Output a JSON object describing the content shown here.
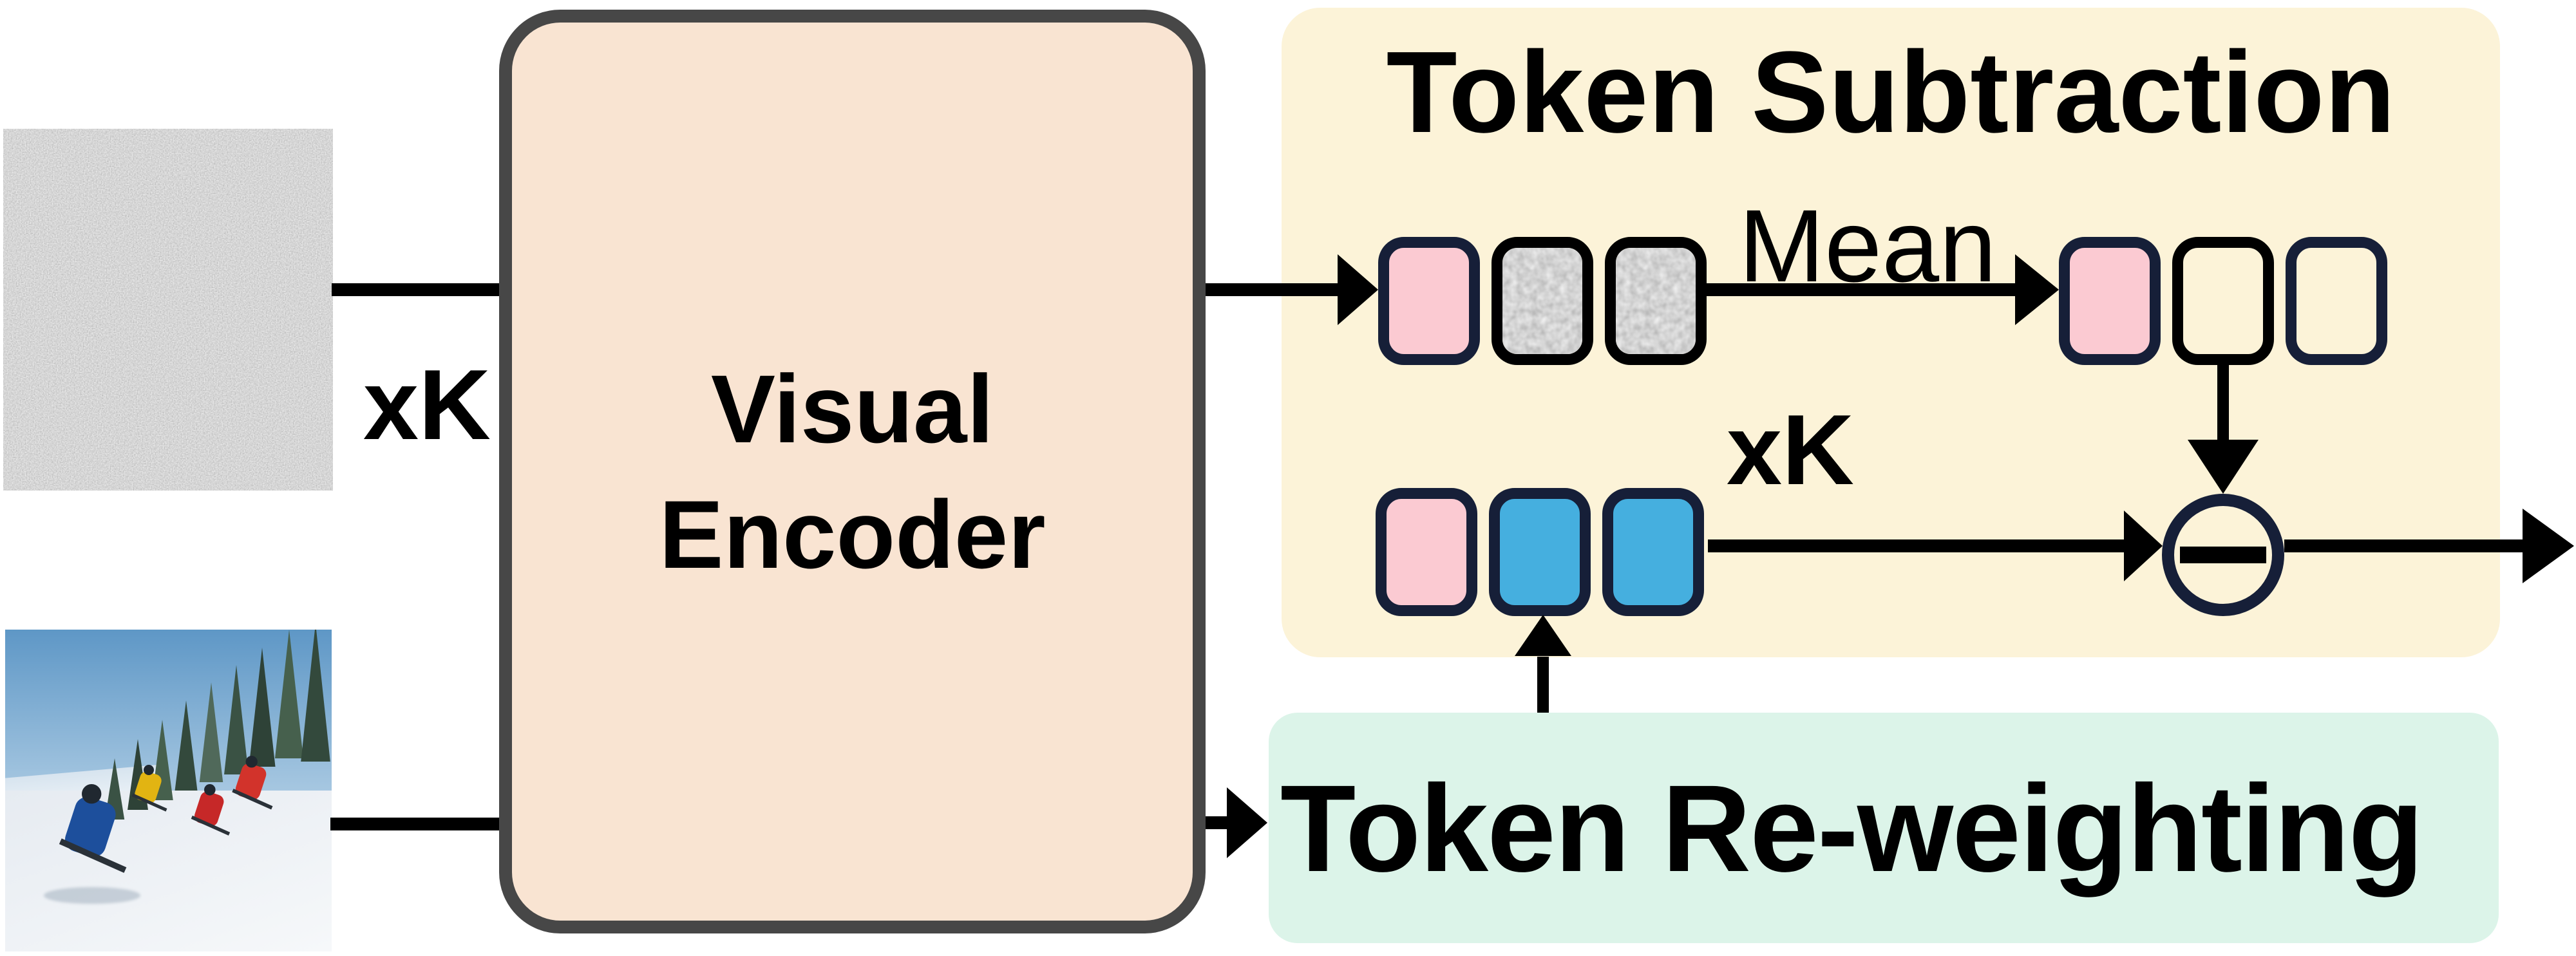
{
  "left": {
    "repeat_label": "xK"
  },
  "encoder": {
    "title_line1": "Visual",
    "title_line2": "Encoder"
  },
  "token_subtraction": {
    "title": "Token Subtraction",
    "mean_label": "Mean",
    "repeat_label": "xK",
    "operator": "minus"
  },
  "token_reweighting": {
    "title": "Token Re-weighting"
  },
  "tokens": {
    "noisy_sequence": [
      "cls",
      "noise",
      "noise"
    ],
    "mean_sequence": [
      "cls",
      "empty-black",
      "empty-navy"
    ],
    "clean_sequence": [
      "cls",
      "blue",
      "blue"
    ]
  },
  "colors": {
    "subtraction_panel_bg": "#FCF3D8",
    "reweighting_panel_bg": "#DCF4E9",
    "encoder_fill": "#F9E4D2",
    "encoder_border": "#474747",
    "token_pink": "#FBCAD2",
    "token_blue": "#45AFDF",
    "token_border_navy": "#161F38",
    "token_border_black": "#000000",
    "arrow": "#000000"
  }
}
